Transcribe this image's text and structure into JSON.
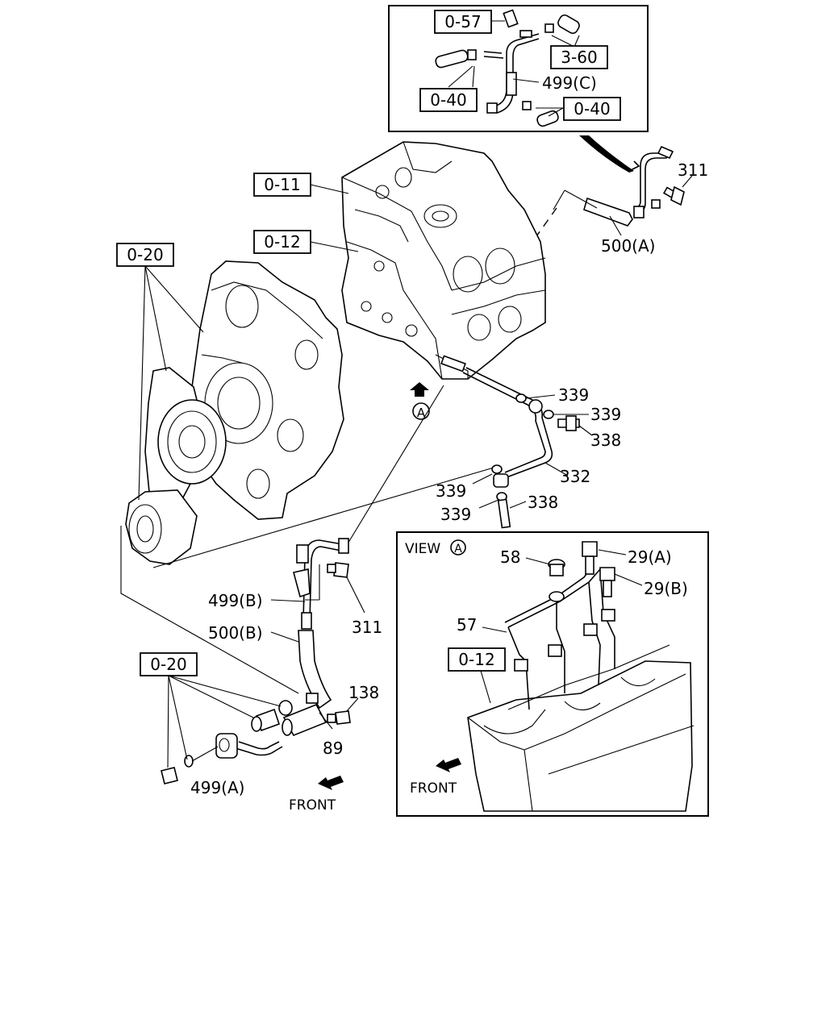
{
  "inset_top": {
    "ref_057": "0-57",
    "ref_360": "3-60",
    "part_499c": "499(C)",
    "ref_040_left": "0-40",
    "ref_040_right": "0-40"
  },
  "engine_refs": {
    "ref_011": "0-11",
    "ref_012": "0-12",
    "ref_020_top": "0-20",
    "ref_020_bottom": "0-20"
  },
  "callouts": {
    "p311_top": "311",
    "p500a": "500(A)",
    "p339_a": "339",
    "p339_b": "339",
    "p338_a": "338",
    "p332": "332",
    "p339_c": "339",
    "p339_d": "339",
    "p338_b": "338",
    "p499b": "499(B)",
    "p500b": "500(B)",
    "p311_mid": "311",
    "p138": "138",
    "p89": "89",
    "p499a": "499(A)",
    "front_main": "FRONT",
    "view_marker": "A"
  },
  "view_a": {
    "title": "VIEW",
    "title_marker": "A",
    "p58": "58",
    "p29a": "29(A)",
    "p29b": "29(B)",
    "p57": "57",
    "ref_012": "0-12",
    "front": "FRONT"
  }
}
